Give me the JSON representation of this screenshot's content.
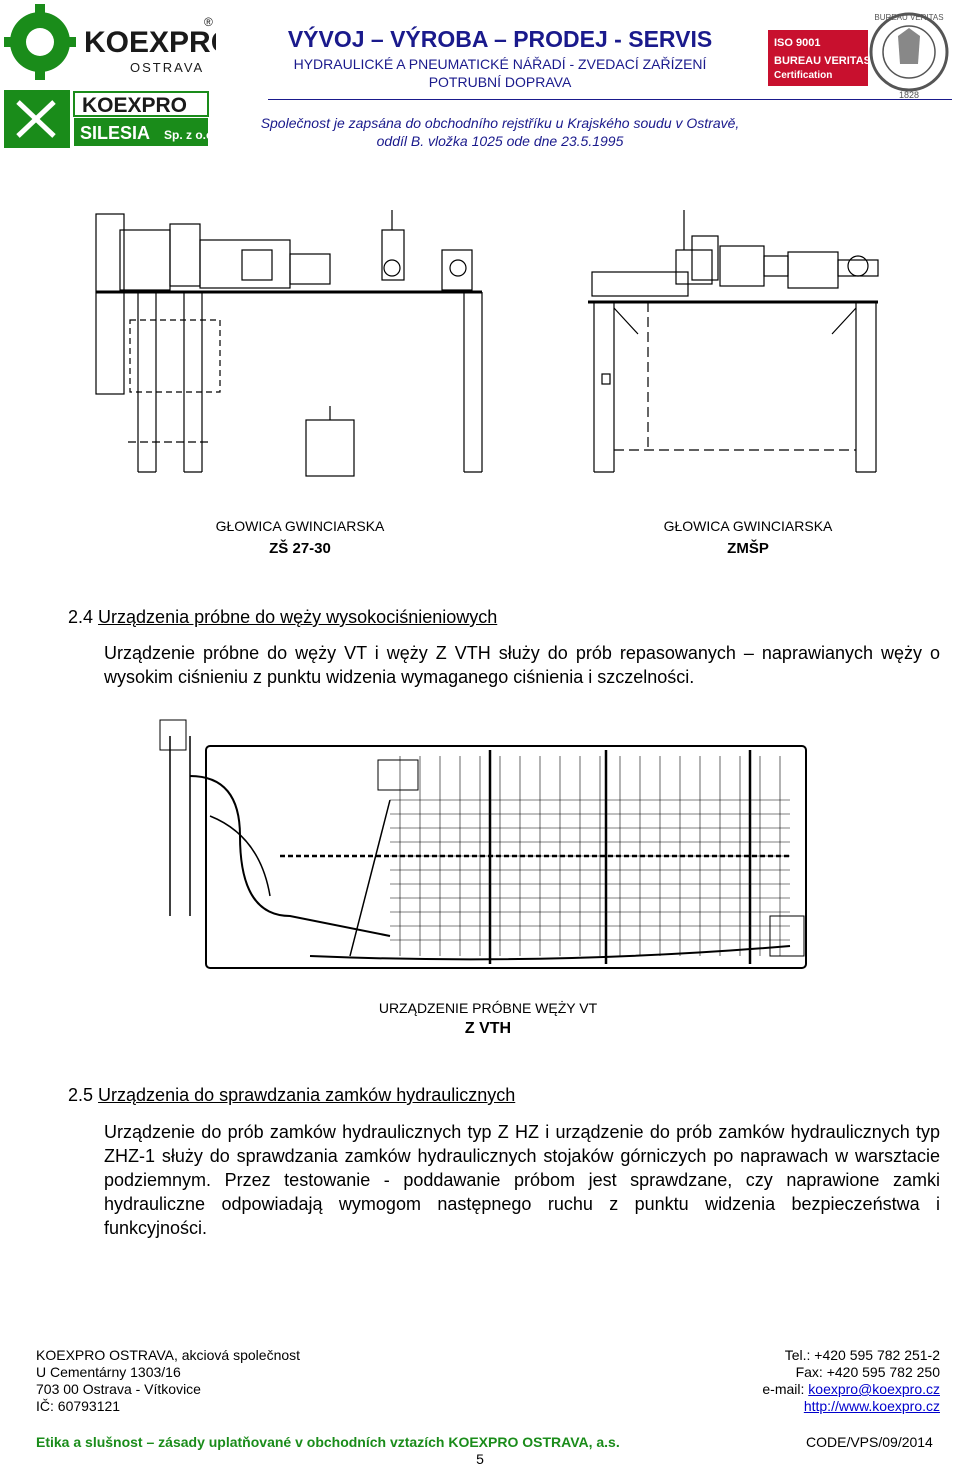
{
  "header": {
    "logo_top": {
      "line1": "KOEXPRO",
      "line2": "OSTRAVA",
      "registered": "®"
    },
    "logo_bottom": {
      "line1": "KOEXPRO",
      "line2": "SILESIA",
      "line3": "Sp. z o.o."
    },
    "title": "VÝVOJ – VÝROBA – PRODEJ - SERVIS",
    "subtitle_line1": "HYDRAULICKÉ A PNEUMATICKÉ NÁŘADÍ - ZVEDACÍ ZAŘÍZENÍ",
    "subtitle_line2": "POTRUBNÍ DOPRAVA",
    "registration_line1": "Společnost je zapsána do obchodního rejstříku u Krajského soudu v Ostravě,",
    "registration_line2": "oddíl B. vložka 1025 ode dne 23.5.1995",
    "iso": {
      "line1": "ISO 9001",
      "line2": "BUREAU VERITAS",
      "line3": "Certification"
    },
    "seal": {
      "text": "BUREAU VERITAS",
      "year": "1828"
    }
  },
  "figures_top": [
    {
      "caption": "GŁOWICA GWINCIARSKA",
      "name": "ZŠ 27-30"
    },
    {
      "caption": "GŁOWICA GWINCIARSKA",
      "name": "ZMŠP"
    }
  ],
  "section_24": {
    "number": "2.4",
    "title": "Urządzenia próbne do węży wysokociśnieniowych",
    "text": "Urządzenie próbne do węży VT i węży Z VTH służy do prób repasowanych – naprawianych węży o wysokim ciśnieniu z punktu widzenia wymaganego ciśnienia i szczelności."
  },
  "figure_mid": {
    "caption": "URZĄDZENIE PRÓBNE WĘŻY VT",
    "name": "Z VTH"
  },
  "section_25": {
    "number": "2.5",
    "title": "Urządzenia do sprawdzania zamków hydraulicznych",
    "text": "Urządzenie do prób zamków hydraulicznych typ Z HZ i urządzenie do prób zamków hydraulicznych typ ZHZ-1 służy do sprawdzania zamków hydraulicznych stojaków górniczych po naprawach w warsztacie podziemnym. Przez testowanie - poddawanie próbom jest sprawdzane, czy naprawione zamki hydrauliczne odpowiadają wymogom następnego ruchu z punktu widzenia bezpieczeństwa i funkcyjności."
  },
  "footer": {
    "company": "KOEXPRO OSTRAVA, akciová společnost",
    "street": "U Cementárny 1303/16",
    "city": "703 00 Ostrava - Vítkovice",
    "ic": "IČ: 60793121",
    "tel": "Tel.: +420 595 782 251-2",
    "fax": "Fax: +420 595 782 250",
    "email_label": "e-mail: ",
    "email": "koexpro@koexpro.cz",
    "web": "http://www.koexpro.cz",
    "ethics": "Etika a slušnost – zásady uplatňované v obchodních vztazích KOEXPRO OSTRAVA, a.s.",
    "doc_code": "CODE/VPS/09/2014",
    "page_number": "5"
  },
  "colors": {
    "brand_green": "#1a8c1a",
    "brand_blue": "#1a1a8c",
    "iso_red": "#c8102e"
  }
}
